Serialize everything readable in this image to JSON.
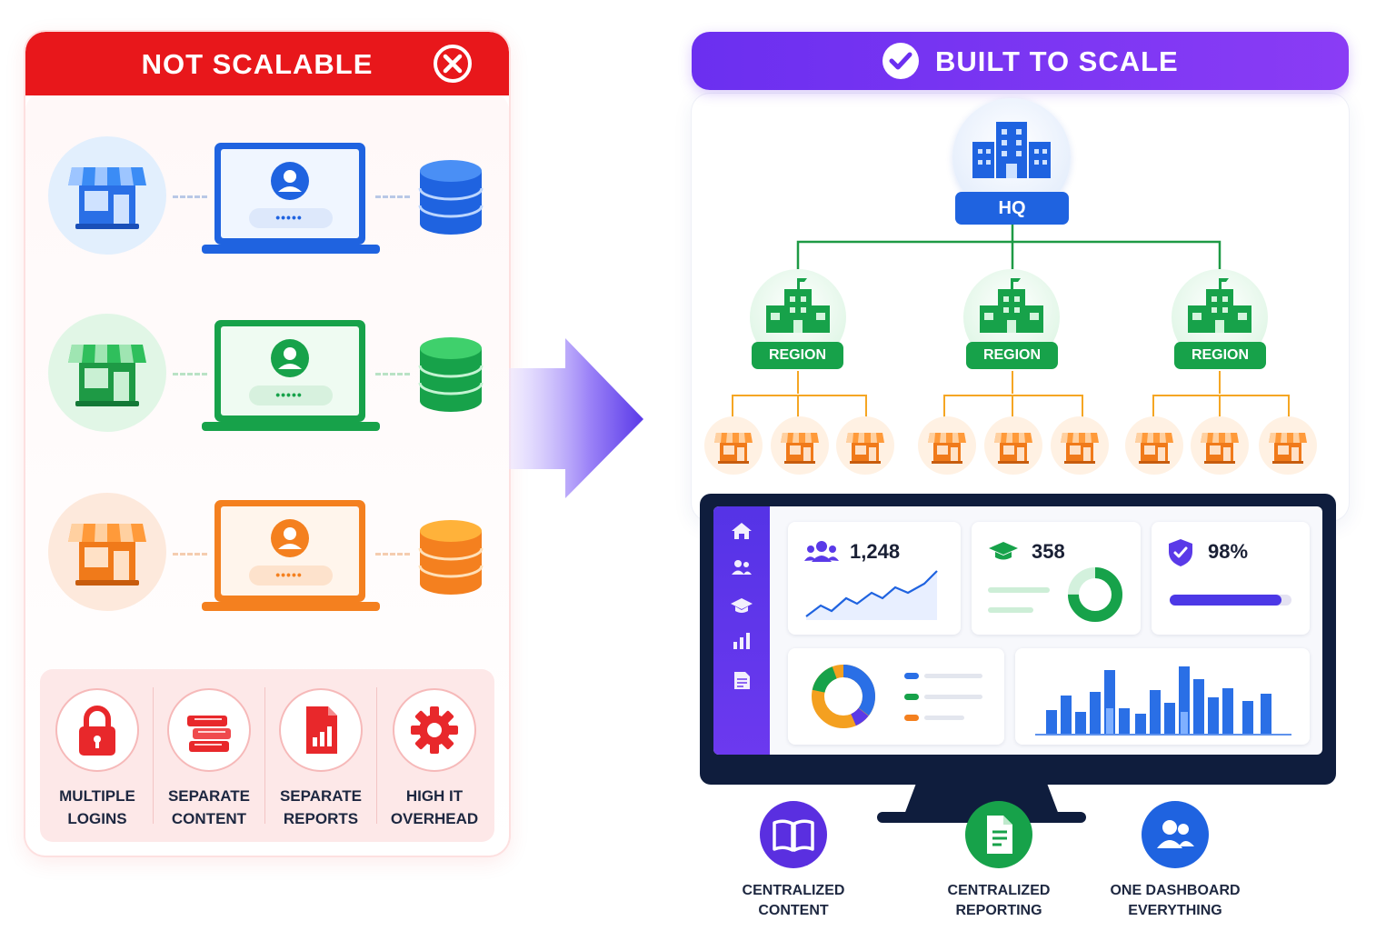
{
  "left": {
    "title": "NOT SCALABLE",
    "issues": [
      {
        "line1": "MULTIPLE",
        "line2": "LOGINS"
      },
      {
        "line1": "SEPARATE",
        "line2": "CONTENT"
      },
      {
        "line1": "SEPARATE",
        "line2": "REPORTS"
      },
      {
        "line1": "HIGH IT",
        "line2": "OVERHEAD"
      }
    ],
    "password_mask": "•••••"
  },
  "right": {
    "title": "BUILT TO SCALE",
    "hq_label": "HQ",
    "regions": [
      "REGION",
      "REGION",
      "REGION"
    ],
    "dashboard": {
      "users": "1,248",
      "graduates": "358",
      "compliance": "98%",
      "compliance_fraction": 0.92
    },
    "features": [
      {
        "line1": "CENTRALIZED",
        "line2": "CONTENT"
      },
      {
        "line1": "CENTRALIZED",
        "line2": "REPORTING"
      },
      {
        "line1": "ONE DASHBOARD",
        "line2": "EVERYTHING"
      }
    ]
  },
  "colors": {
    "danger": "#e8171b",
    "brand": "#6b2ff0",
    "blue": "#1f63e0",
    "green": "#17a24a",
    "orange": "#f4801f"
  }
}
